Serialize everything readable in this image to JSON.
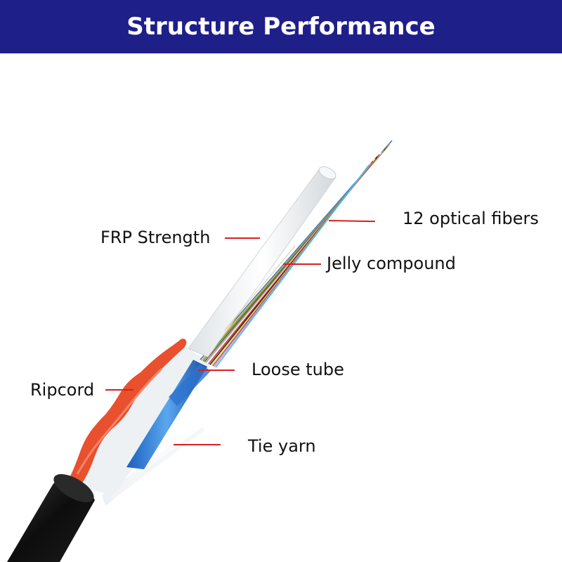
{
  "header": {
    "title": "Structure Performance",
    "background_color": "#1f1f8a"
  },
  "diagram": {
    "leader_color": "#d9201e",
    "labels": {
      "fibers": "12 optical fibers",
      "frp": "FRP Strength",
      "jelly": "Jelly compound",
      "loose_tube": "Loose tube",
      "ripcord": "Ripcord",
      "tie_yarn": "Tie yarn"
    }
  }
}
